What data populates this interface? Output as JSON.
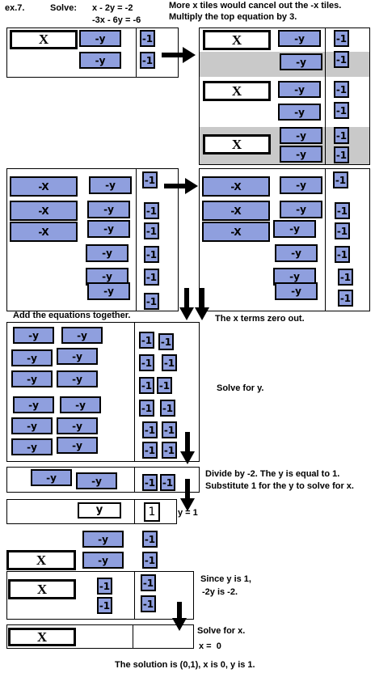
{
  "header": {
    "example_label": "ex.7.",
    "solve_label": "Solve:",
    "eq1": "x - 2y = -2",
    "eq2": "-3x - 6y = -6",
    "note_line1": "More x tiles would cancel out the -x tiles.",
    "note_line2": "Multiply the top equation by 3."
  },
  "tiles": {
    "x": "X",
    "neg_x": "-X",
    "neg_y": "-y",
    "neg_one": "-1",
    "y": "y",
    "one": "1"
  },
  "captions": {
    "add": "Add the equations together.",
    "x_zero": "The x terms zero out.",
    "solve_y": "Solve for y.",
    "divide_line1": "Divide by -2. The y is equal to 1.",
    "divide_line2": "Substitute 1 for the y to solve for x.",
    "y_equals": "y = 1",
    "since_line1": "Since y is 1,",
    "since_line2": "-2y is -2.",
    "solve_x": "Solve for x.",
    "x_equals": "x =  0",
    "solution": "The solution is (0,1), x is 0, y is 1."
  },
  "colors": {
    "tile_fill": "#8f9fde",
    "band_fill": "#c9c9c9"
  }
}
